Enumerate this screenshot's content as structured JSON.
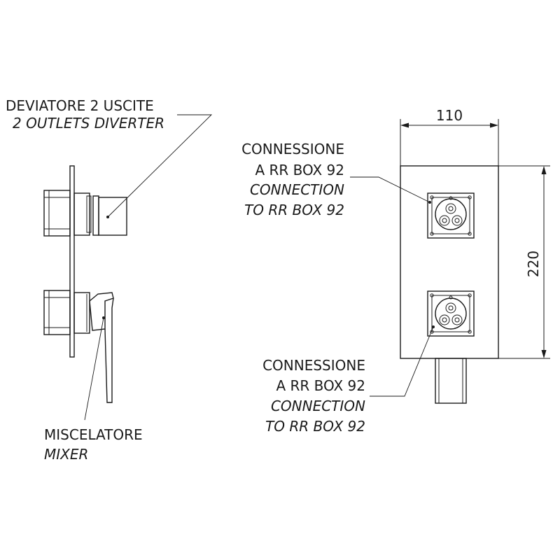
{
  "labels": {
    "diverter_it": "DEVIATORE 2 USCITE",
    "diverter_en": "2 OUTLETS DIVERTER",
    "mixer_it": "MISCELATORE",
    "mixer_en": "MIXER",
    "conn_top_it_1": "CONNESSIONE",
    "conn_top_it_2": "A RR BOX 92",
    "conn_top_en_1": "CONNECTION",
    "conn_top_en_2": "TO RR BOX 92",
    "conn_bot_it_1": "CONNESSIONE",
    "conn_bot_it_2": "A RR BOX 92",
    "conn_bot_en_1": "CONNECTION",
    "conn_bot_en_2": "TO RR BOX 92"
  },
  "dimensions": {
    "width": "110",
    "height": "220"
  },
  "colors": {
    "line": "#1a1a1a",
    "background": "#ffffff"
  }
}
